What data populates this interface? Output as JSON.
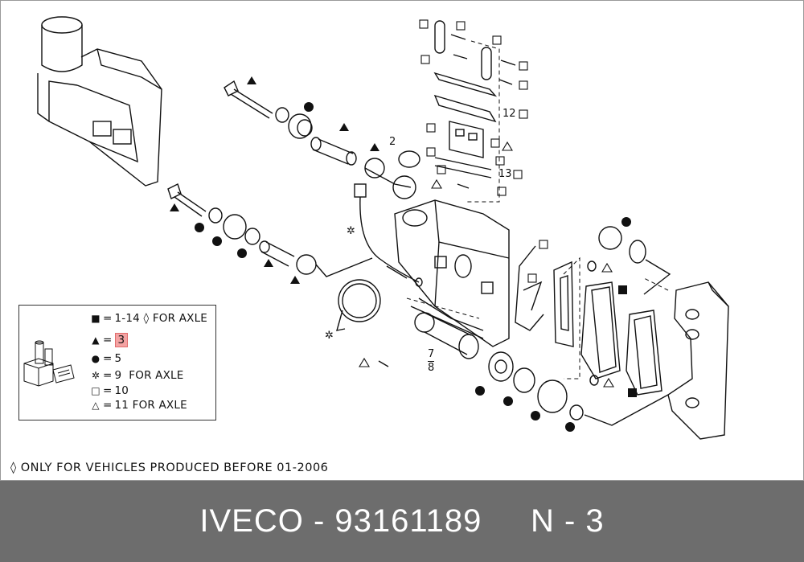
{
  "legend": {
    "rows": [
      {
        "symbol": "■",
        "equals": "=",
        "value": "1-14",
        "note": "◊ FOR AXLE"
      },
      {
        "symbol": "▲",
        "equals": "=",
        "value": "3",
        "note": ""
      },
      {
        "symbol": "●",
        "equals": "=",
        "value": "5",
        "note": ""
      },
      {
        "symbol": "✲",
        "equals": "=",
        "value": "9",
        "note": "FOR AXLE"
      },
      {
        "symbol": "□",
        "equals": "=",
        "value": "10",
        "note": ""
      },
      {
        "symbol": "△",
        "equals": "=",
        "value": "11",
        "note": "FOR AXLE"
      }
    ]
  },
  "callouts": {
    "c2": "2",
    "c12": "12",
    "c13": "13",
    "c7": "7",
    "c8": "8"
  },
  "footnote": "◊ ONLY FOR VEHICLES PRODUCED BEFORE 01-2006",
  "caption": "IVECO - 93161189     N - 3",
  "colors": {
    "caption_bg": "#6d6d6d",
    "highlight": "#f4a3a3"
  }
}
